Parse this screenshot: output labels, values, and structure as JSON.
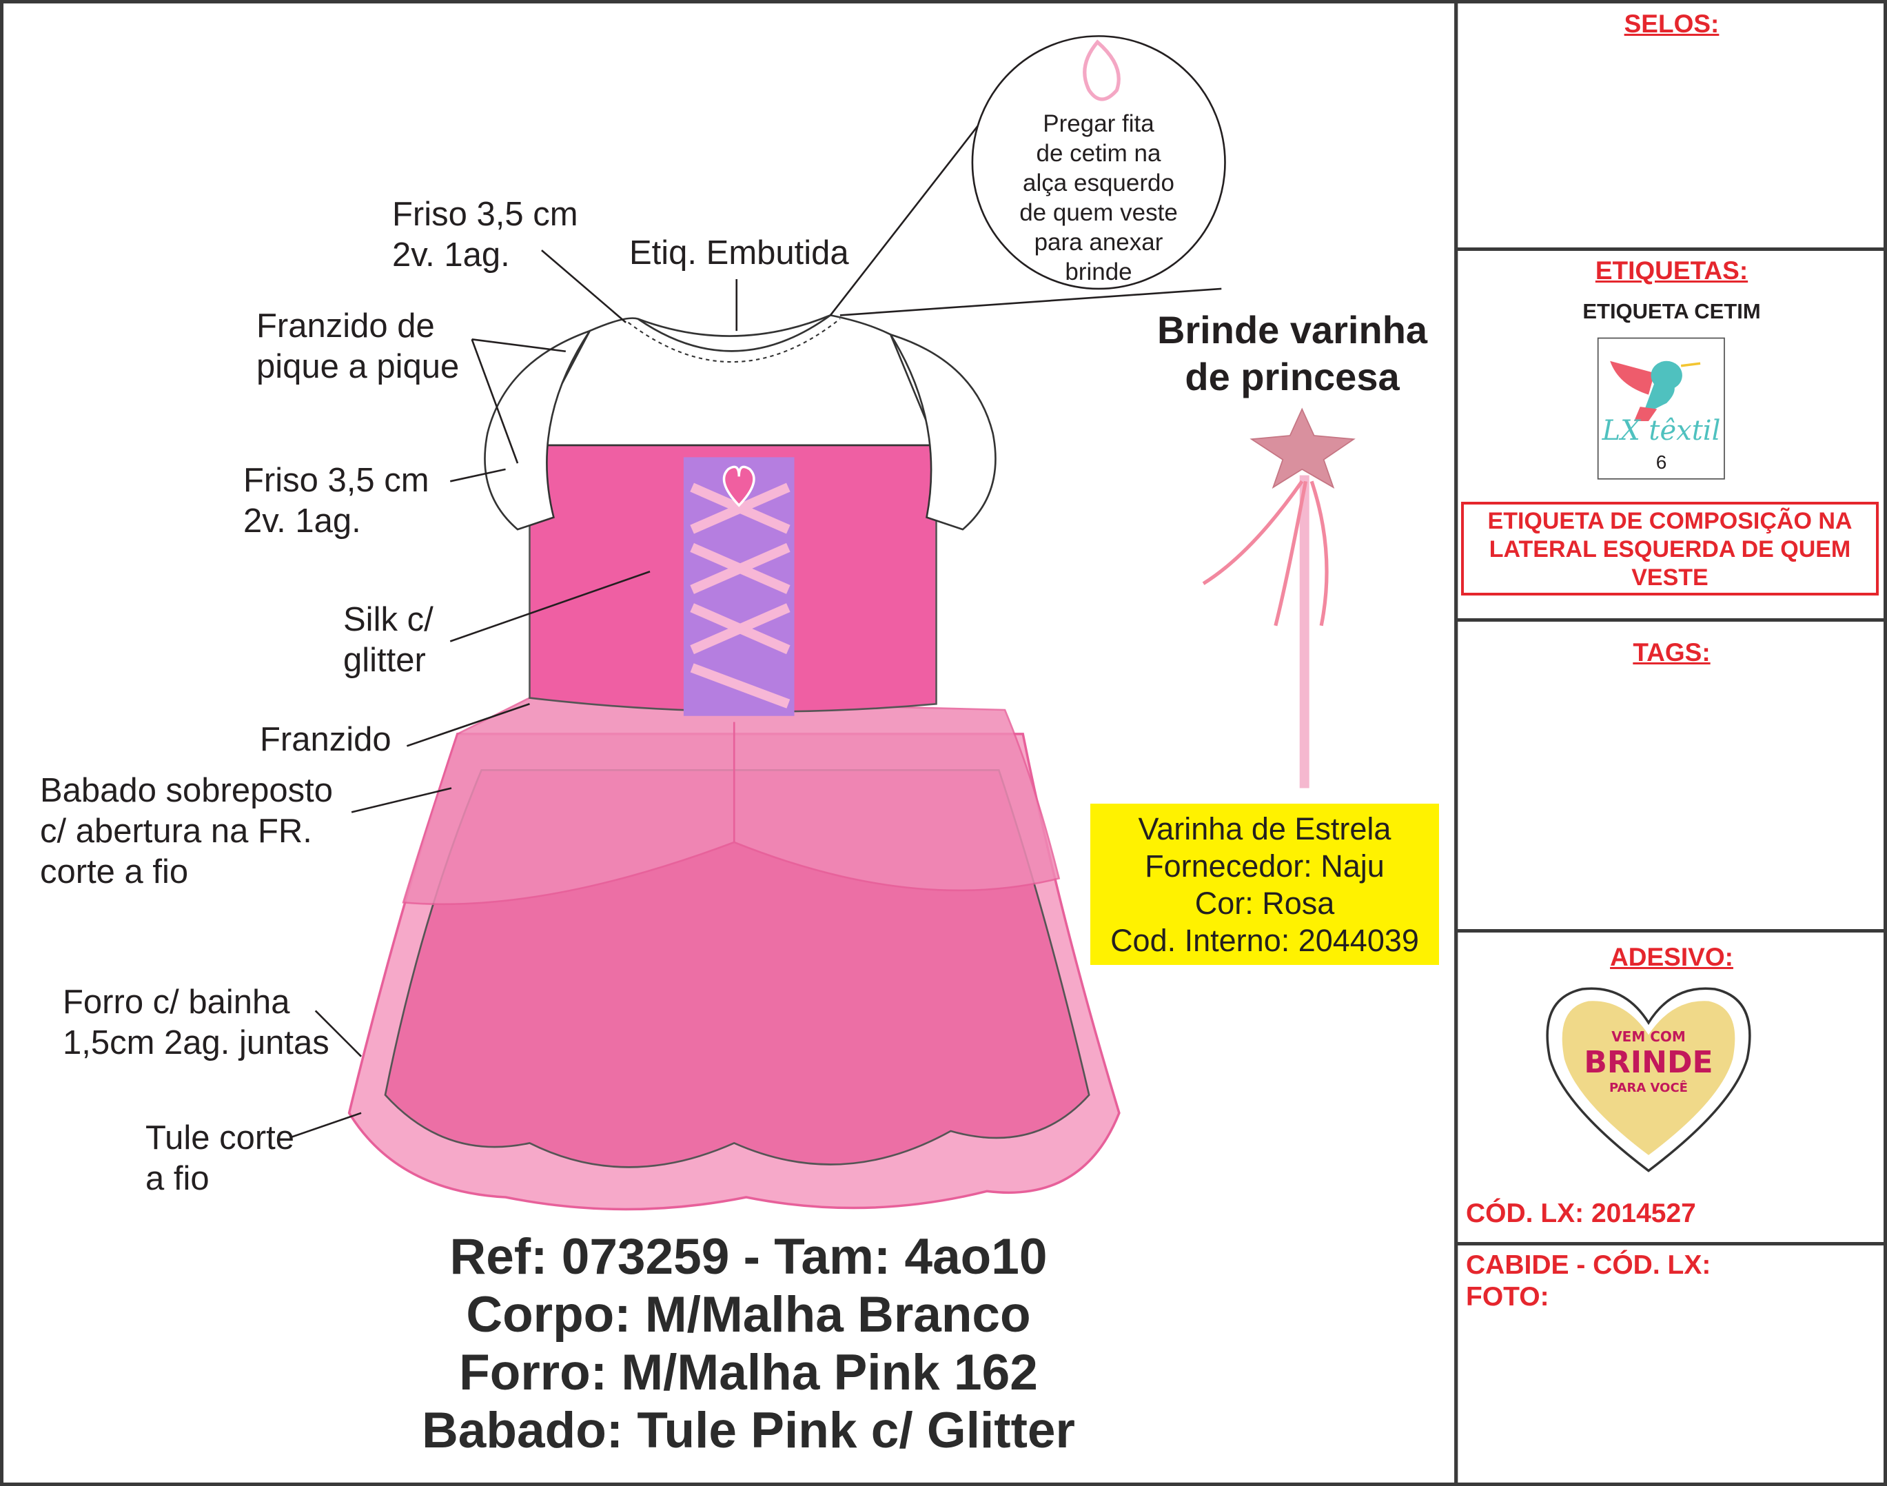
{
  "annotations": {
    "friso_top": [
      "Friso 3,5 cm",
      "2v. 1ag."
    ],
    "etiq_embutida": "Etiq. Embutida",
    "franzido_pique": [
      "Franzido de",
      "pique a pique"
    ],
    "friso_sleeve": [
      "Friso 3,5 cm",
      "2v. 1ag."
    ],
    "silk": [
      "Silk c/",
      "glitter"
    ],
    "franzido": "Franzido",
    "babado": [
      "Babado sobreposto",
      "c/ abertura na FR.",
      "corte a fio"
    ],
    "forro": [
      "Forro c/ bainha",
      "1,5cm 2ag. juntas"
    ],
    "tule": [
      "Tule corte",
      "a fio"
    ],
    "circle_note": [
      "Pregar fita",
      "de cetim na",
      "alça esquerdo",
      "de quem veste",
      "para anexar",
      "brinde"
    ]
  },
  "gift": {
    "title": [
      "Brinde varinha",
      "de princesa"
    ],
    "info": [
      "Varinha de Estrela",
      "Fornecedor: Naju",
      "Cor: Rosa",
      "Cod. Interno: 2044039"
    ]
  },
  "specs": [
    "Ref: 073259 - Tam: 4ao10",
    "Corpo: M/Malha Branco",
    "Forro: M/Malha Pink 162",
    "Babado: Tule Pink c/ Glitter"
  ],
  "panel": {
    "selos": "SELOS:",
    "etiquetas": "ETIQUETAS:",
    "etiqueta_cetim": "ETIQUETA CETIM",
    "logo_text": "LX têxtil",
    "logo_size": "6",
    "composicao": "ETIQUETA DE COMPOSIÇÃO NA LATERAL ESQUERDA DE QUEM VESTE",
    "tags": "TAGS:",
    "adesivo": "ADESIVO:",
    "sticker": [
      "VEM COM",
      "BRINDE",
      "PARA VOCÊ"
    ],
    "cod_lx": "CÓD. LX: 2014527",
    "cabide": "CABIDE - CÓD. LX:",
    "foto": "FOTO:"
  },
  "colors": {
    "accent_red": "#e5262d",
    "dress_pink": "#ee5fa1",
    "tulle_pink": "#f39ac0",
    "highlight_yellow": "#fff200"
  }
}
